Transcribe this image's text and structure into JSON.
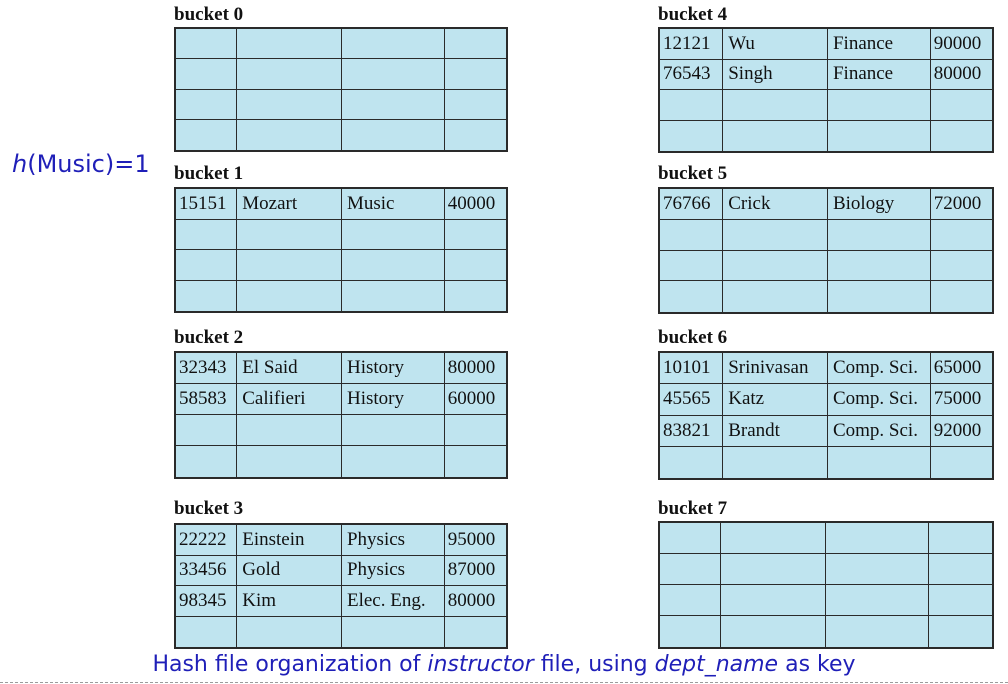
{
  "hash_label": {
    "fn": "h",
    "expr": "(Music)=1"
  },
  "caption": {
    "part1": "Hash file organization of ",
    "file": "instructor",
    "part2": " file, using ",
    "key": "dept_name",
    "part3": " as key"
  },
  "buckets": [
    {
      "title": "bucket 0",
      "rows": []
    },
    {
      "title": "bucket 1",
      "rows": [
        [
          "15151",
          "Mozart",
          "Music",
          "40000"
        ]
      ]
    },
    {
      "title": "bucket 2",
      "rows": [
        [
          "32343",
          "El Said",
          "History",
          "80000"
        ],
        [
          "58583",
          "Califieri",
          "History",
          "60000"
        ]
      ]
    },
    {
      "title": "bucket 3",
      "rows": [
        [
          "22222",
          "Einstein",
          "Physics",
          "95000"
        ],
        [
          "33456",
          "Gold",
          "Physics",
          "87000"
        ],
        [
          "98345",
          "Kim",
          "Elec. Eng.",
          "80000"
        ]
      ]
    },
    {
      "title": "bucket 4",
      "rows": [
        [
          "12121",
          "Wu",
          "Finance",
          "90000"
        ],
        [
          "76543",
          "Singh",
          "Finance",
          "80000"
        ]
      ]
    },
    {
      "title": "bucket 5",
      "rows": [
        [
          "76766",
          "Crick",
          "Biology",
          "72000"
        ]
      ]
    },
    {
      "title": "bucket 6",
      "rows": [
        [
          "10101",
          "Srinivasan",
          "Comp. Sci.",
          "65000"
        ],
        [
          "45565",
          "Katz",
          "Comp. Sci.",
          "75000"
        ],
        [
          "83821",
          "Brandt",
          "Comp. Sci.",
          "92000"
        ]
      ]
    },
    {
      "title": "bucket 7",
      "rows": []
    }
  ],
  "colors": {
    "cell_fill": "#bfe4ef",
    "accent_blue": "#1f1fb8"
  }
}
